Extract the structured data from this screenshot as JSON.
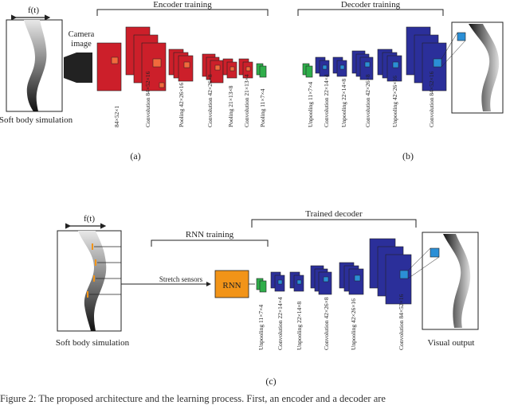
{
  "panel_a": {
    "sim_label": "Soft body simulation",
    "force_label": "f(t)",
    "camera_label_1": "Camera",
    "camera_label_2": "image",
    "section_title": "Encoder training",
    "layers": [
      "84×52×1",
      "Convolution 84×52×16",
      "Pooling 42×26×16",
      "Convolution 42×26×8",
      "Pooling 21×13×8",
      "Convolution 21×13×4",
      "Pooling 11×7×4"
    ],
    "panel_label": "(a)"
  },
  "panel_b": {
    "section_title": "Decoder training",
    "layers": [
      "Unpooling 11×7×4",
      "Convolution 22×14×4",
      "Unpooling 22×14×8",
      "Convolution 42×26×8",
      "Unpooling 42×26×16",
      "Convolution 84×52×16"
    ],
    "panel_label": "(b)"
  },
  "panel_c": {
    "force_label": "f(t)",
    "sim_label": "Soft body simulation",
    "trained_decoder": "Trained decoder",
    "rnn_training": "RNN training",
    "stretch_sensors": "Stretch sensors",
    "rnn_label": "RNN",
    "visual_output": "Visual output",
    "layers": [
      "Unpooling 11×7×4",
      "Convolution 22×14×4",
      "Unpooling 22×14×8",
      "Convolution 42×26×8",
      "Unpooling 42×26×16",
      "Convolution 84×52×16"
    ],
    "panel_label": "(c)"
  },
  "caption": "Figure 2: The proposed architecture and the learning process. First, an encoder and a decoder are",
  "colors": {
    "encoder": "#cc1f2a",
    "decoder": "#2b2f9a",
    "bottleneck": "#2fae4a",
    "rnn": "#f29418",
    "highlight": "#2b8fd6"
  }
}
